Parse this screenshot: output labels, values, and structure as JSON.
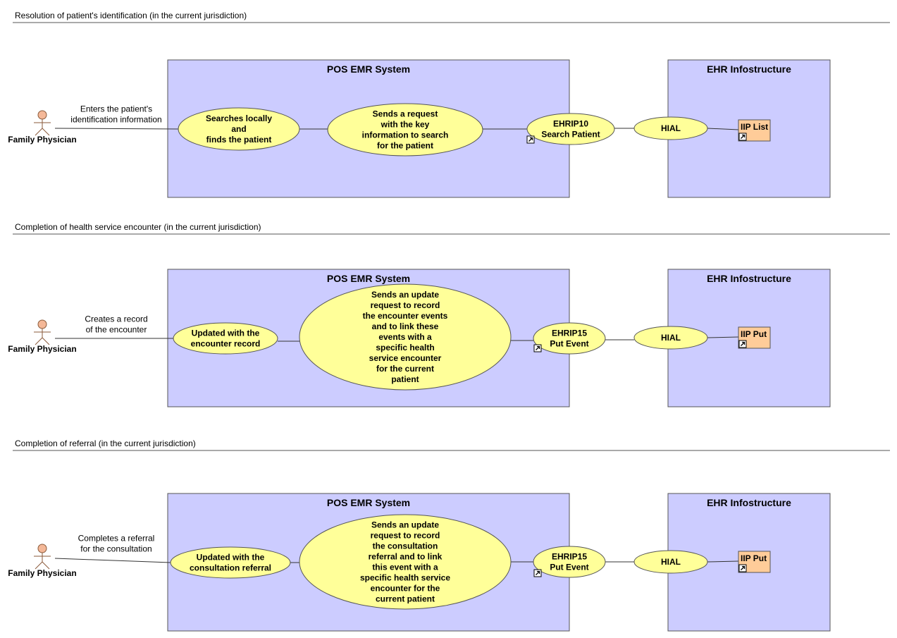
{
  "sections": [
    {
      "title": "Resolution of patient's identification (in the current jurisdiction)",
      "actor": "Family Physician",
      "actor_label": [
        "Enters the patient's",
        "identification information"
      ],
      "system_left": "POS EMR System",
      "usecases": [
        [
          "Searches locally",
          "and",
          "finds the patient"
        ],
        [
          "Sends a request",
          "with the key",
          "information to search",
          "for the patient"
        ],
        [
          "EHRIP10",
          "Search Patient"
        ]
      ],
      "system_right": "EHR Infostructure",
      "hial": "HIAL",
      "component": "IIP List"
    },
    {
      "title": "Completion of health service encounter (in the current jurisdiction)",
      "actor": "Family Physician",
      "actor_label": [
        "Creates a record",
        "of the encounter"
      ],
      "system_left": "POS EMR System",
      "usecases": [
        [
          "Updated with the",
          "encounter record"
        ],
        [
          "Sends an update",
          "request to record",
          "the encounter events",
          "and to link these",
          "events with a",
          "specific health",
          "service encounter",
          "for the current",
          "patient"
        ],
        [
          "EHRIP15",
          "Put Event"
        ]
      ],
      "system_right": "EHR Infostructure",
      "hial": "HIAL",
      "component": "IIP Put"
    },
    {
      "title": "Completion of referral (in the current jurisdiction)",
      "actor": "Family Physician",
      "actor_label": [
        "Completes a referral",
        "for the consultation"
      ],
      "system_left": "POS EMR System",
      "usecases": [
        [
          "Updated with the",
          "consultation referral"
        ],
        [
          "Sends an update",
          "request to record",
          "the consultation",
          "referral and to link",
          "this event with a",
          "specific health service",
          "encounter for the",
          "current patient"
        ],
        [
          "EHRIP15",
          "Put Event"
        ]
      ],
      "system_right": "EHR Infostructure",
      "hial": "HIAL",
      "component": "IIP Put"
    }
  ]
}
